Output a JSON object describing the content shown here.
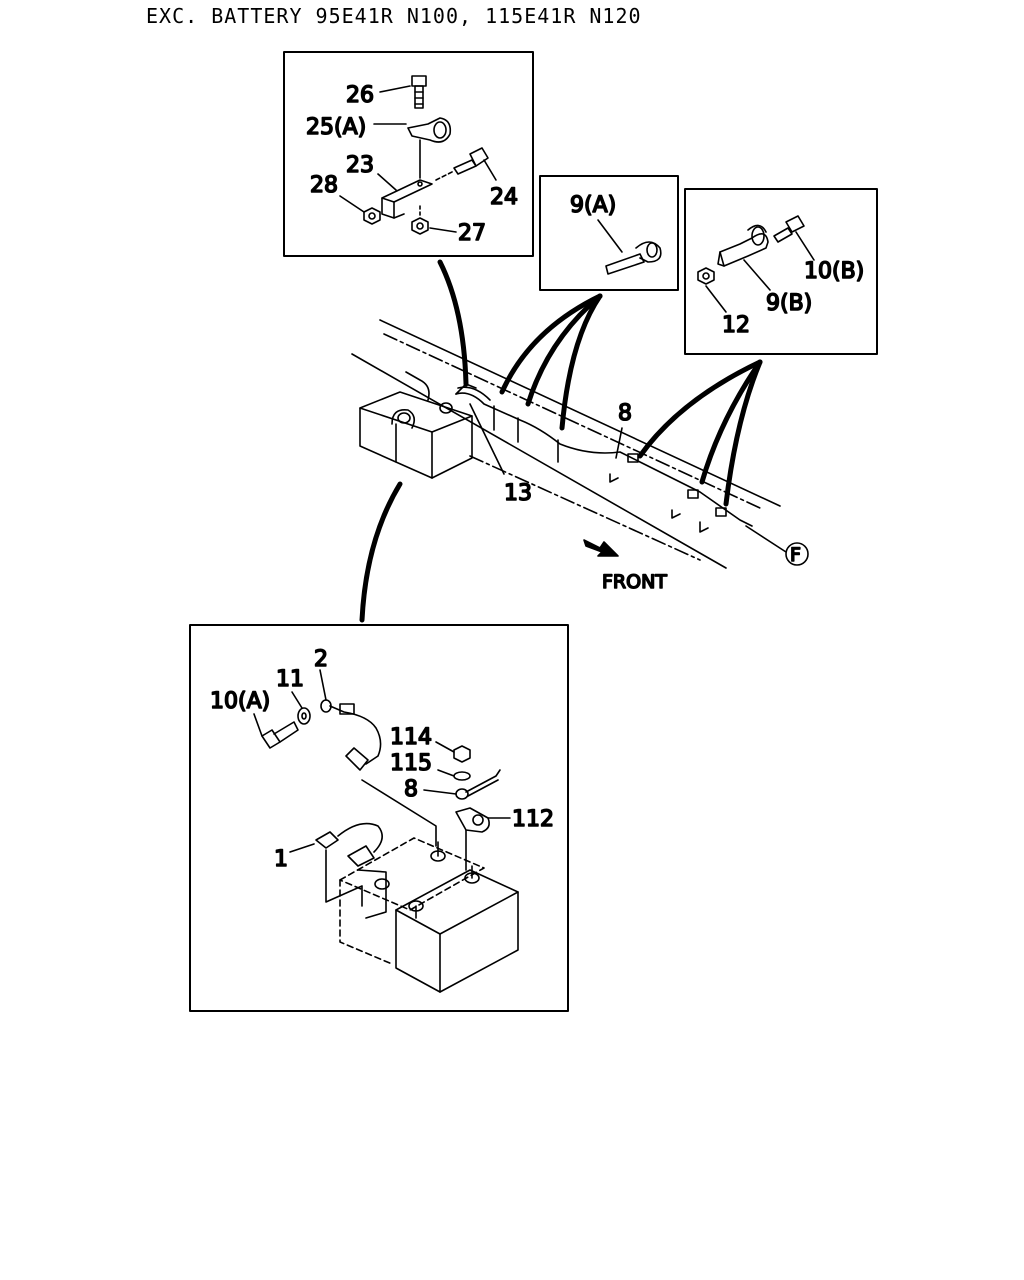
{
  "header": {
    "title": "EXC. BATTERY 95E41R N100, 115E41R N120"
  },
  "labels": {
    "p26": "26",
    "p25a": "25(A)",
    "p23": "23",
    "p28": "28",
    "p24": "24",
    "p27": "27",
    "p9a": "9(A)",
    "p10b": "10(B)",
    "p9b": "9(B)",
    "p12": "12",
    "p8_main": "8",
    "p13": "13",
    "circle_f": "F",
    "front": "FRONT",
    "p2": "2",
    "p11": "11",
    "p10a": "10(A)",
    "p114": "114",
    "p115": "115",
    "p8_detail": "8",
    "p112": "112",
    "p1": "1"
  }
}
